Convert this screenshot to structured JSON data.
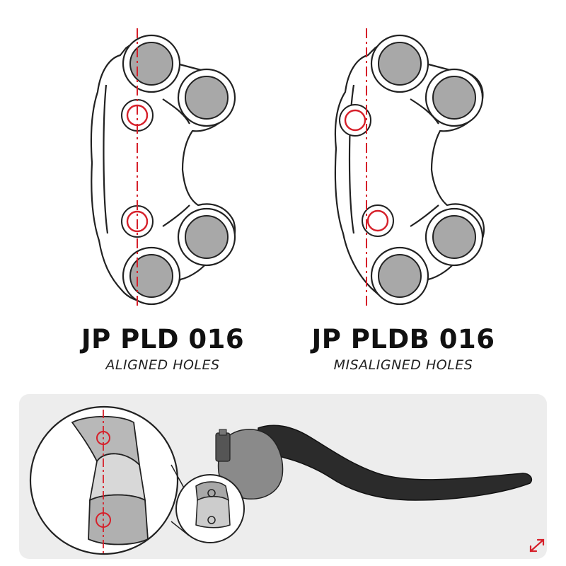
{
  "diagrams": [
    {
      "model": "JP PLD 016",
      "description": "ALIGNED HOLES"
    },
    {
      "model": "JP PLDB 016",
      "description": "MISALIGNED HOLES"
    }
  ],
  "colors": {
    "accent": "#d6202a",
    "outline": "#222222",
    "hole_fill": "#a8a8a8",
    "panel_bg": "#ededed",
    "lever": "#2b2b2b"
  },
  "icons": {
    "expand": "expand-arrows-icon"
  }
}
